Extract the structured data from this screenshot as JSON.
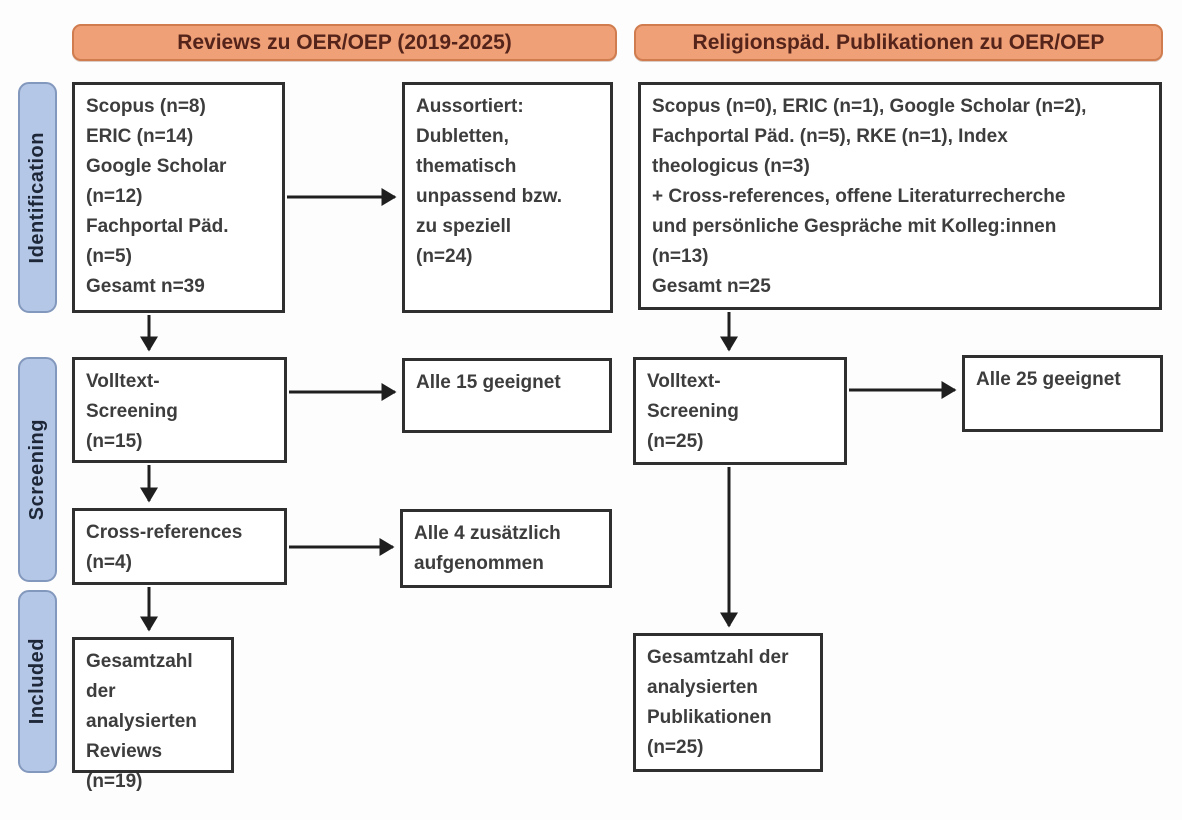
{
  "headers": {
    "left": "Reviews zu OER/OEP (2019-2025)",
    "right": "Religionspäd. Publikationen zu OER/OEP"
  },
  "stage_labels": {
    "identification": "Identification",
    "screening": "Screening",
    "included": "Included"
  },
  "boxes": {
    "reviews_sources": "Scopus (n=8)\nERIC (n=14)\nGoogle Scholar\n(n=12)\nFachportal Päd.\n(n=5)\nGesamt n=39",
    "aussortiert": "Aussortiert:\nDubletten,\nthematisch\nunpassend bzw.\nzu speziell\n(n=24)",
    "relpaed_sources": "Scopus (n=0), ERIC (n=1), Google Scholar (n=2),\nFachportal Päd. (n=5), RKE (n=1), Index\ntheologicus (n=3)\n+ Cross-references, offene Literaturrecherche\nund persönliche Gespräche mit Kolleg:innen\n(n=13)\nGesamt n=25",
    "volltext_reviews": "Volltext-\nScreening\n(n=15)",
    "alle_15_geeignet": "Alle 15 geeignet",
    "volltext_relpaed": "Volltext-\nScreening\n(n=25)",
    "alle_25_geeignet": "Alle 25 geeignet",
    "cross_references": "Cross-references\n(n=4)",
    "alle_4_zusaetzlich": "Alle 4 zusätzlich\naufgenommen",
    "included_reviews": "Gesamtzahl der\nanalysierten\nReviews\n(n=19)",
    "included_relpaed": "Gesamtzahl der\nanalysierten\nPublikationen\n(n=25)"
  },
  "colors": {
    "header_fill": "#efa077",
    "header_border": "#d07c4e",
    "header_text": "#54241b",
    "stage_fill": "#b5c7e6",
    "stage_border": "#8398bd",
    "stage_text": "#1e2738",
    "box_border": "#2f2f2f",
    "box_text": "#3d3d3d",
    "arrow": "#1f1f1f",
    "background": "#fdfdfd"
  }
}
